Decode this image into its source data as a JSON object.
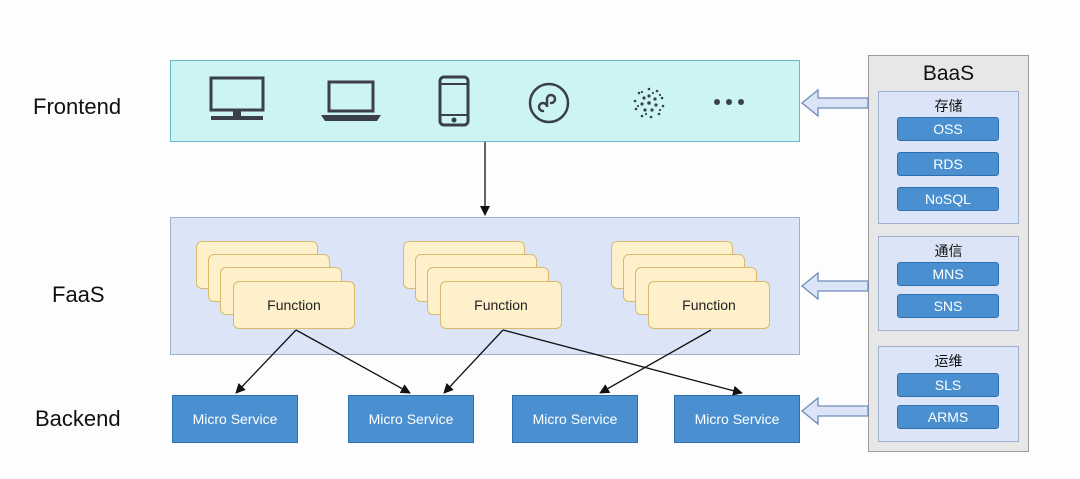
{
  "layers": {
    "frontend": "Frontend",
    "faas": "FaaS",
    "backend": "Backend"
  },
  "frontend_icons": [
    "desktop-monitor-icon",
    "laptop-icon",
    "smartphone-icon",
    "mini-program-icon",
    "iota-logo-icon",
    "more-dots-icon"
  ],
  "functions": [
    "Function",
    "Function",
    "Function"
  ],
  "microservices": [
    "Micro Service",
    "Micro Service",
    "Micro Service",
    "Micro Service"
  ],
  "baas": {
    "title": "BaaS",
    "groups": [
      {
        "title": "存储",
        "items": [
          "OSS",
          "RDS",
          "NoSQL"
        ]
      },
      {
        "title": "通信",
        "items": [
          "MNS",
          "SNS"
        ]
      },
      {
        "title": "运维",
        "items": [
          "SLS",
          "ARMS"
        ]
      }
    ]
  },
  "colors": {
    "frontend_fill": "#cdf4f4",
    "faas_fill": "#dbe5f7",
    "function_fill": "#fdf0cb",
    "service_blue": "#4a90d0",
    "baas_fill": "#e7e7e7"
  }
}
